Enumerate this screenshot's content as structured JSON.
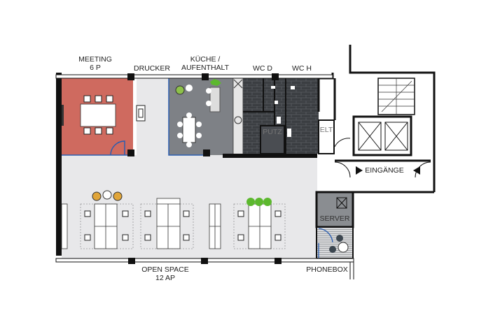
{
  "title": "Floor plan",
  "rooms": {
    "meeting": {
      "line1": "MEETING",
      "line2": "6 P"
    },
    "printer": {
      "label": "DRUCKER"
    },
    "kitchen": {
      "line1": "KÜCHE /",
      "line2": "AUFENTHALT"
    },
    "wc_women": {
      "label": "WC D"
    },
    "wc_men": {
      "label": "WC H"
    },
    "cleaning": {
      "label": "PUTZ"
    },
    "electrical": {
      "label": "ELT"
    },
    "entrances": {
      "label": "EINGÄNGE"
    },
    "server": {
      "label": "SERVER"
    },
    "open_space": {
      "line1": "OPEN SPACE",
      "line2": "12 AP"
    },
    "phonebox": {
      "label": "PHONEBOX"
    }
  },
  "colors": {
    "meeting": "#cf6a5f",
    "kitchen": "#7e8186",
    "wc": "#3b3e42",
    "floor": "#e8e8ea",
    "server": "#8a8d91",
    "door_accent": "#2a5db0",
    "plant": "#5cb82e",
    "chair_accent": "#e0a53a"
  }
}
